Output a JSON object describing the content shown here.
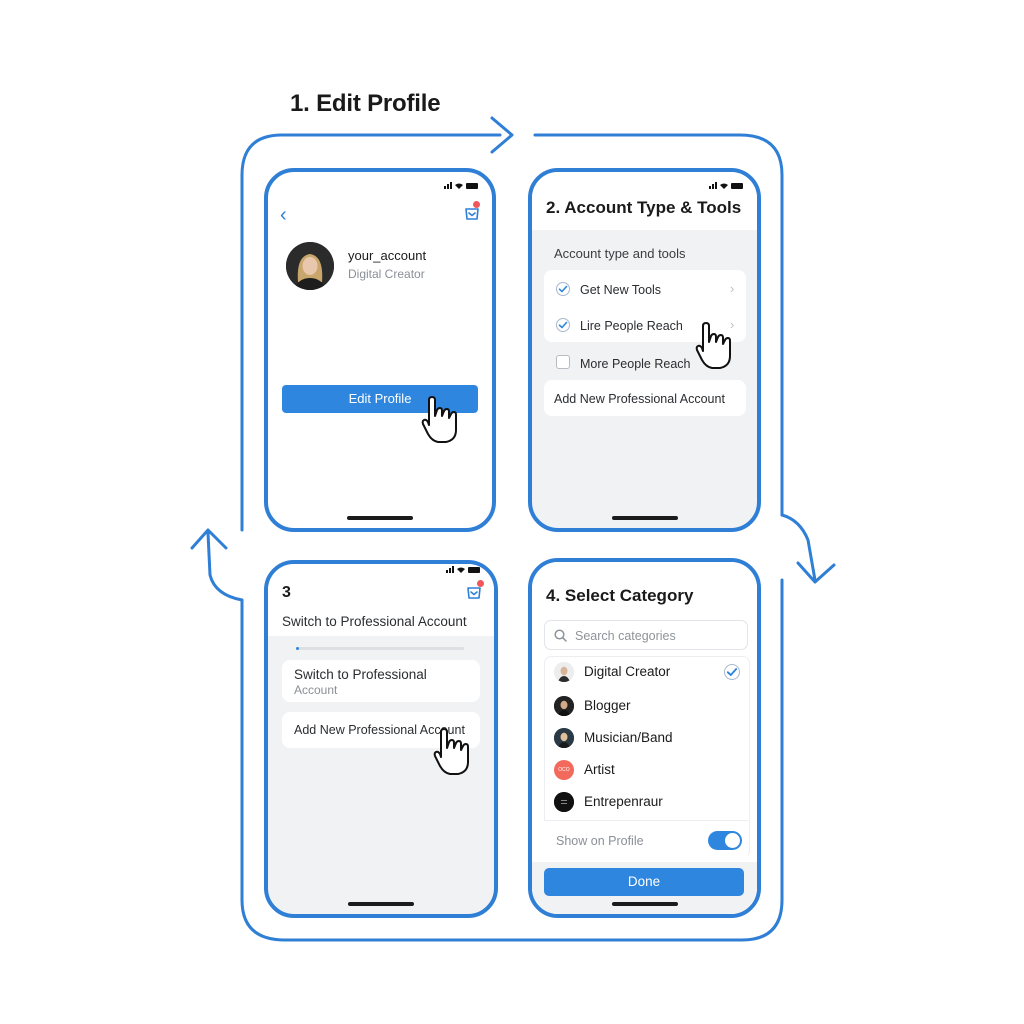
{
  "title": "1. Edit Profile",
  "colors": {
    "accent": "#2f86de",
    "flow": "#2f7fd6",
    "notification": "#f2555a"
  },
  "step1": {
    "back_icon": "chevron-left-icon",
    "cart_icon": "bag-icon",
    "username": "your_account",
    "role": "Digital Creator",
    "edit_button": "Edit Profile"
  },
  "step2": {
    "title": "2. Account Type & Tools",
    "section": "Account type and tools",
    "items": [
      {
        "label": "Get New Tools",
        "checked": true
      },
      {
        "label": "Lire People Reach",
        "checked": true
      },
      {
        "label": "More People Reach",
        "checked": false
      }
    ],
    "add_account": "Add New Professional Account"
  },
  "step3": {
    "number": "3",
    "section": "Switch to Professional Account",
    "progress": 0.02,
    "switch_title": "Switch to Professional",
    "switch_sub": "Account",
    "add_account": "Add New Professional Account"
  },
  "step4": {
    "title": "4. Select Category",
    "search_placeholder": "Search categories",
    "categories": [
      {
        "label": "Digital Creator",
        "selected": true,
        "icon": "photo"
      },
      {
        "label": "Blogger",
        "selected": false,
        "icon": "photo"
      },
      {
        "label": "Musician/Band",
        "selected": false,
        "icon": "photo"
      },
      {
        "label": "Artist",
        "selected": false,
        "icon": "coral"
      },
      {
        "label": "Entrepenraur",
        "selected": false,
        "icon": "dark"
      }
    ],
    "artist_icon_text": "OCO",
    "show_on_profile": "Show on Profile",
    "show_on_profile_on": true,
    "done": "Done"
  }
}
